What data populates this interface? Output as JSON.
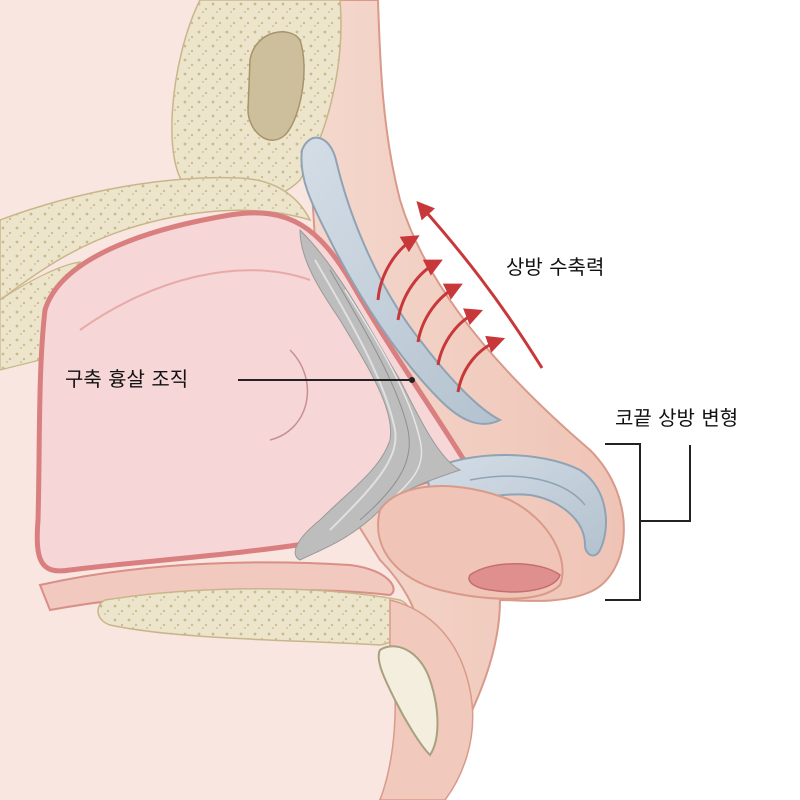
{
  "labels": {
    "upward_force": "상방 수축력",
    "scar_tissue": "구축 흉살 조직",
    "tip_deformity": "코끝 상방 변형"
  },
  "colors": {
    "background": "#ffffff",
    "skin": "#f3d0c4",
    "skin_outline": "#d99a8a",
    "cavity": "#f6d6d6",
    "mucosa": "#d97f7f",
    "bone": "#ece5cb",
    "sinus": "#cdbf9b",
    "cartilage": "#c8d2dc",
    "scar": "#b9b9b9",
    "arrow": "#c8383a",
    "leader": "#222222"
  }
}
